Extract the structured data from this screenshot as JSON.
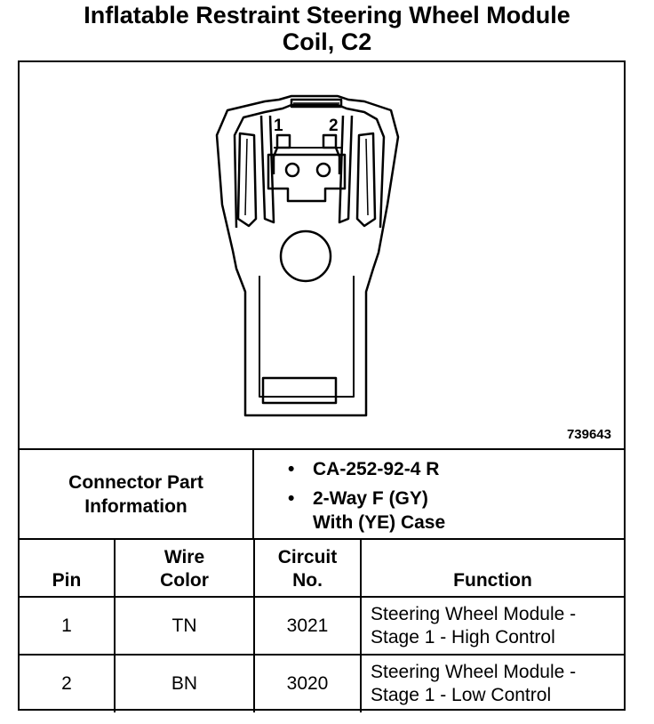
{
  "title": {
    "line1": "Inflatable Restraint Steering Wheel Module",
    "line2": "Coil, C2"
  },
  "figure": {
    "number": "739643",
    "pin_labels": [
      "1",
      "2"
    ]
  },
  "connector_info": {
    "label_line1": "Connector Part",
    "label_line2": "Information",
    "bullet": "•",
    "part_number": "CA-252-92-4 R",
    "description_line1": "2-Way F (GY)",
    "description_line2": "With (YE) Case"
  },
  "table": {
    "headers": {
      "pin": "Pin",
      "wire_line1": "Wire",
      "wire_line2": "Color",
      "circuit_line1": "Circuit",
      "circuit_line2": "No.",
      "function": "Function"
    },
    "rows": [
      {
        "pin": "1",
        "wire": "TN",
        "circuit": "3021",
        "function_line1": "Steering Wheel Module -",
        "function_line2": "Stage 1 - High Control"
      },
      {
        "pin": "2",
        "wire": "BN",
        "circuit": "3020",
        "function_line1": "Steering Wheel Module -",
        "function_line2": "Stage 1 - Low Control"
      }
    ]
  }
}
